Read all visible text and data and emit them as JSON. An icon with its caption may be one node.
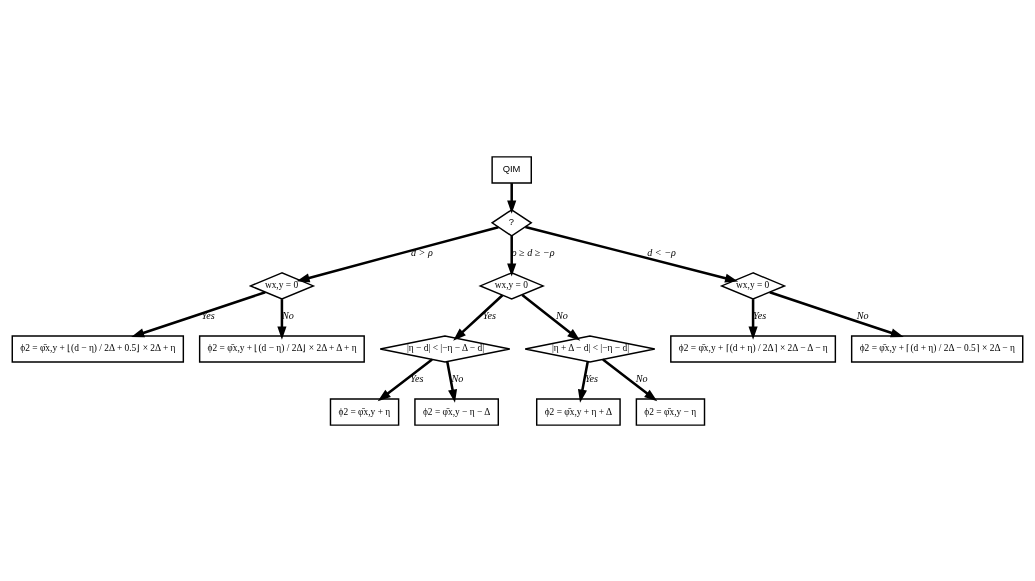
{
  "diagram": {
    "nodes": [
      {
        "text": [
          "QIM"
        ]
      },
      {
        "text": [
          "?"
        ]
      },
      {
        "text": [
          "wx,y = 0"
        ]
      },
      {
        "text": [
          "ϕ2 = φ̄x,y + ⌊(d − η) / 2Δ⌋ × 2Δ + Δ + η"
        ]
      },
      {
        "text": [
          "ϕ2 = φ̄x,y + ⌊(d − η) / 2Δ + 0.5⌋ × 2Δ + η"
        ]
      },
      {
        "text": [
          "wx,y = 0"
        ]
      },
      {
        "text": [
          "|η − d| < |−η − Δ − d|"
        ]
      },
      {
        "text": [
          "|η + Δ − d| < |−η − d|"
        ]
      },
      {
        "text": [
          "ϕ2 = φ̄x,y + η"
        ]
      },
      {
        "text": [
          "ϕ2 = φ̄x,y − η − Δ"
        ]
      },
      {
        "text": [
          "ϕ2 = φ̄x,y + η + Δ"
        ]
      },
      {
        "text": [
          "ϕ2 = φ̄x,y − η"
        ]
      },
      {
        "text": [
          "wx,y = 0"
        ]
      },
      {
        "text": [
          "ϕ2 = φ̄x,y + ⌈(d + η) / 2Δ⌉ × 2Δ − Δ − η"
        ]
      },
      {
        "text": [
          "ϕ2 = φ̄x,y + ⌈(d + η) / 2Δ − 0.5⌉ × 2Δ − η"
        ]
      }
    ],
    "edges": [
      {
        "from": 0,
        "to": 1,
        "arrow": "to"
      },
      {
        "from": 1,
        "to": 2,
        "arrow": "to",
        "label": "d > ρ"
      },
      {
        "from": 1,
        "to": 5,
        "arrow": "to",
        "label": "ρ ≥ d ≥ −ρ"
      },
      {
        "from": 1,
        "to": 12,
        "arrow": "to",
        "label": "d < −ρ"
      },
      {
        "from": 2,
        "to": 4,
        "arrow": "to",
        "label": "Yes"
      },
      {
        "from": 2,
        "to": 3,
        "arrow": "to",
        "label": "No"
      },
      {
        "from": 12,
        "to": 13,
        "arrow": "to",
        "label": "Yes"
      },
      {
        "from": 12,
        "to": 14,
        "arrow": "to",
        "label": "No"
      },
      {
        "from": 5,
        "to": 6,
        "arrow": "to",
        "label": "Yes"
      },
      {
        "from": 5,
        "to": 7,
        "arrow": "to",
        "label": "No"
      },
      {
        "from": 6,
        "to": 8,
        "arrow": "to",
        "label": "Yes"
      },
      {
        "from": 6,
        "to": 9,
        "arrow": "to",
        "label": "No"
      },
      {
        "from": 7,
        "to": 10,
        "arrow": "to",
        "label": "Yes"
      },
      {
        "from": 7,
        "to": 11,
        "arrow": "to",
        "label": "No"
      }
    ]
  }
}
